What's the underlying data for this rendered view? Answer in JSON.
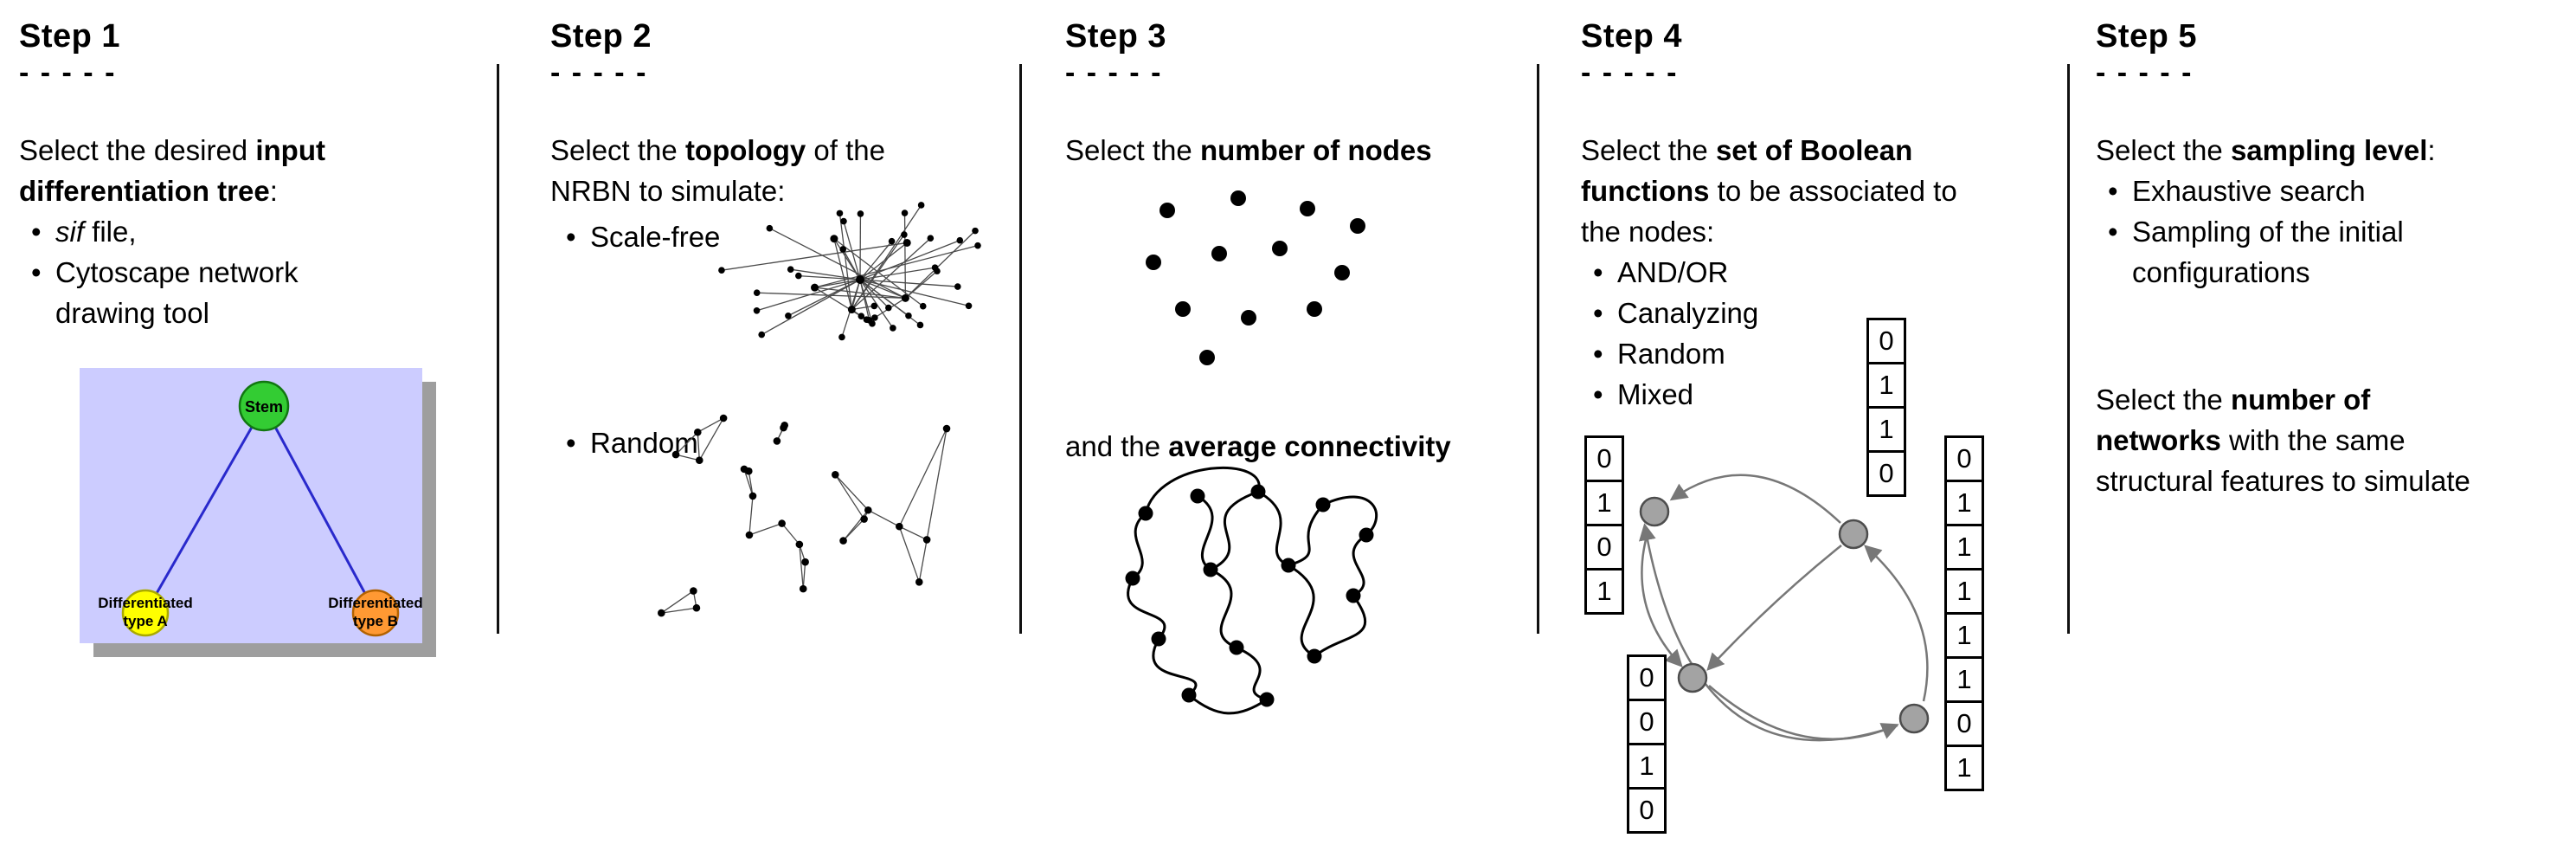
{
  "bullet_marker": "•",
  "step1": {
    "title": "Step 1",
    "dashes": "- - - - -",
    "intro": {
      "pre": "Select the desired ",
      "bold": "input differentiation tree",
      "post": ":"
    },
    "bullets": {
      "b1_italic": "sif",
      "b1_rest": " file,",
      "b2": "Cytoscape network drawing tool"
    },
    "tree": {
      "stem_label": "Stem",
      "left_label_line1": "Differentiated",
      "left_label_line2": "type A",
      "right_label_line1": "Differentiated",
      "right_label_line2": "type B",
      "colors": {
        "panel_bg": "#CCCCFF",
        "panel_shadow": "#9E9E9E",
        "stem_fill": "#33CC33",
        "stem_stroke": "#117711",
        "type_a_fill": "#FFFF00",
        "type_a_stroke": "#AAAA00",
        "type_b_fill": "#FF9933",
        "type_b_stroke": "#B36200",
        "edge": "#2929CC"
      }
    }
  },
  "step2": {
    "title": "Step 2",
    "dashes": "- - - - -",
    "intro": {
      "pre": "Select the ",
      "bold": "topology",
      "post": " of the NRBN to simulate:"
    },
    "bullets": {
      "b1": "Scale-free",
      "b2": "Random"
    }
  },
  "step3": {
    "title": "Step 3",
    "dashes": "- - - - -",
    "nodes_line": {
      "pre": "Select the ",
      "bold": "number of nodes"
    },
    "connectivity_line": {
      "pre": "and the ",
      "bold": "average connectivity"
    }
  },
  "step4": {
    "title": "Step 4",
    "dashes": "- - - - -",
    "intro": {
      "pre": "Select the ",
      "bold": "set of Boolean functions",
      "post": " to be associated to the nodes:"
    },
    "bullets": [
      "AND/OR",
      "Canalyzing",
      "Random",
      "Mixed"
    ],
    "tables": {
      "left": [
        "0",
        "1",
        "0",
        "1"
      ],
      "top": [
        "0",
        "1",
        "1",
        "0"
      ],
      "bottom_left": [
        "0",
        "0",
        "1",
        "0"
      ],
      "right": [
        "0",
        "1",
        "1",
        "1",
        "1",
        "1",
        "0",
        "1"
      ]
    }
  },
  "step5": {
    "title": "Step 5",
    "dashes": "- - - - -",
    "intro": {
      "pre": "Select the ",
      "bold": "sampling level",
      "post": ":"
    },
    "bullets": [
      "Exhaustive search",
      "Sampling of the initial configurations"
    ],
    "networks": {
      "pre": "Select the ",
      "bold": "number of\nnetworks",
      "post": " with the same\nstructural features to simulate"
    }
  }
}
